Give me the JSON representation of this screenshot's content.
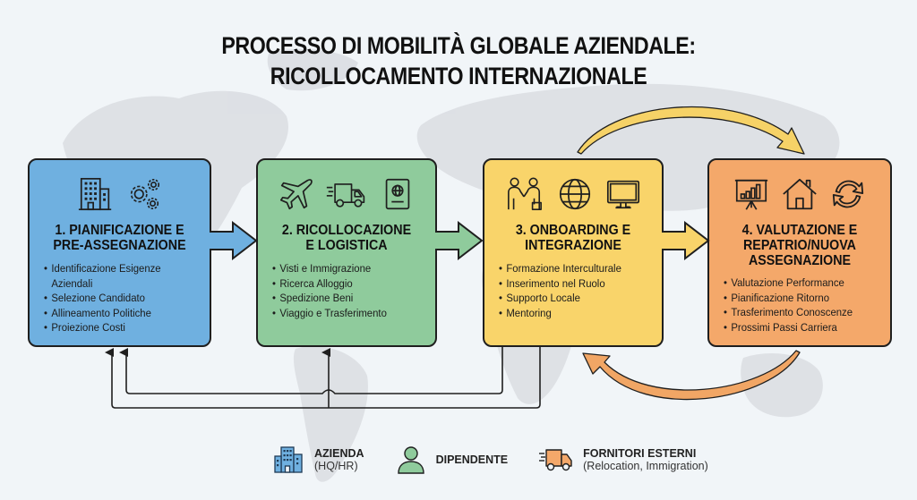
{
  "title": {
    "line1": "PROCESSO DI MOBILITÀ GLOBALE AZIENDALE:",
    "line2": "RICOLLOCAMENTO INTERNAZIONALE"
  },
  "steps": [
    {
      "number": 1,
      "title_line1": "1. PIANIFICAZIONE E",
      "title_line2": "PRE-ASSEGNAZIONE",
      "color": "#6fb0e0",
      "icons": [
        "office-building-icon",
        "gears-icon"
      ],
      "items": [
        "Identificazione Esigenze Aziendali",
        "Selezione Candidato",
        "Allineamento Politiche",
        "Proiezione Costi"
      ]
    },
    {
      "number": 2,
      "title_line1": "2. RICOLLOCAZIONE",
      "title_line2": "E LOGISTICA",
      "color": "#8fcb9c",
      "icons": [
        "airplane-icon",
        "moving-truck-icon",
        "passport-icon"
      ],
      "items": [
        "Visti e Immigrazione",
        "Ricerca Alloggio",
        "Spedizione Beni",
        "Viaggio e Trasferimento"
      ]
    },
    {
      "number": 3,
      "title_line1": "3. ONBOARDING E",
      "title_line2": "INTEGRAZIONE",
      "color": "#f9d46a",
      "icons": [
        "handshake-icon",
        "globe-icon",
        "monitor-icon"
      ],
      "items": [
        "Formazione Interculturale",
        "Inserimento nel Ruolo",
        "Supporto Locale",
        "Mentoring"
      ]
    },
    {
      "number": 4,
      "title_line1": "4. VALUTAZIONE E",
      "title_line2": "REPATRIO/NUOVA",
      "title_line3": "ASSEGNAZIONE",
      "color": "#f4a86a",
      "icons": [
        "presentation-chart-icon",
        "house-icon",
        "refresh-cycle-icon"
      ],
      "items": [
        "Valutazione Performance",
        "Pianificazione Ritorno",
        "Trasferimento Conoscenze",
        "Prossimi Passi Carriera"
      ]
    }
  ],
  "legend": [
    {
      "icon": "office-building-icon",
      "label": "AZIENDA",
      "sublabel": "(HQ/HR)",
      "color": "#6fb0e0"
    },
    {
      "icon": "person-icon",
      "label": "DIPENDENTE",
      "sublabel": "",
      "color": "#8fcb9c"
    },
    {
      "icon": "moving-truck-icon",
      "label": "FORNITORI ESTERNI",
      "sublabel": "(Relocation, Immigration)",
      "color": "#f4a86a"
    }
  ]
}
